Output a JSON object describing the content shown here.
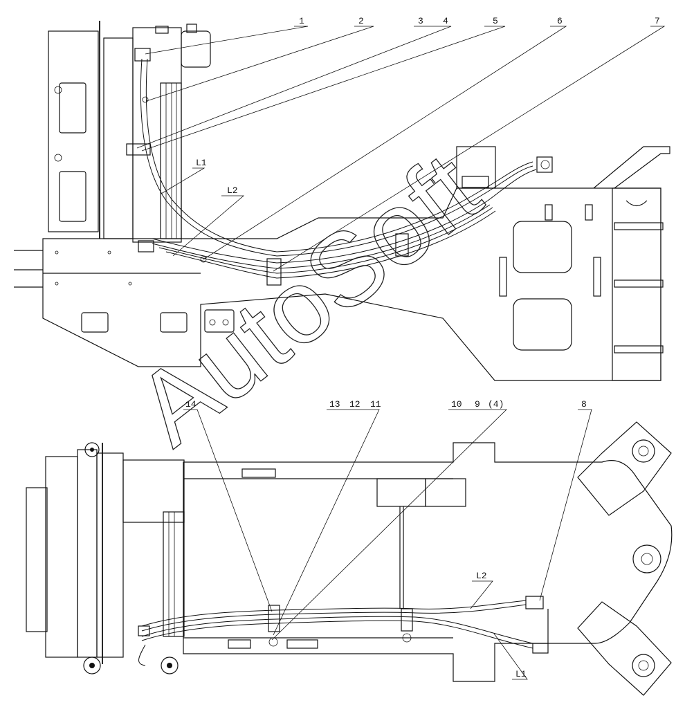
{
  "callouts": {
    "c1": "1",
    "c2": "2",
    "c3": "3",
    "c4": "4",
    "c5": "5",
    "c6": "6",
    "c7": "7",
    "c8": "8",
    "c9": "9",
    "c10": "10",
    "c11": "11",
    "c12": "12",
    "c13": "13",
    "c14": "14",
    "c4b": "(4)"
  },
  "hose_labels": {
    "top_l1": "L1",
    "top_l2": "L2",
    "bot_l2": "L2",
    "bot_l1": "L1"
  },
  "watermark": "AutoSoft"
}
